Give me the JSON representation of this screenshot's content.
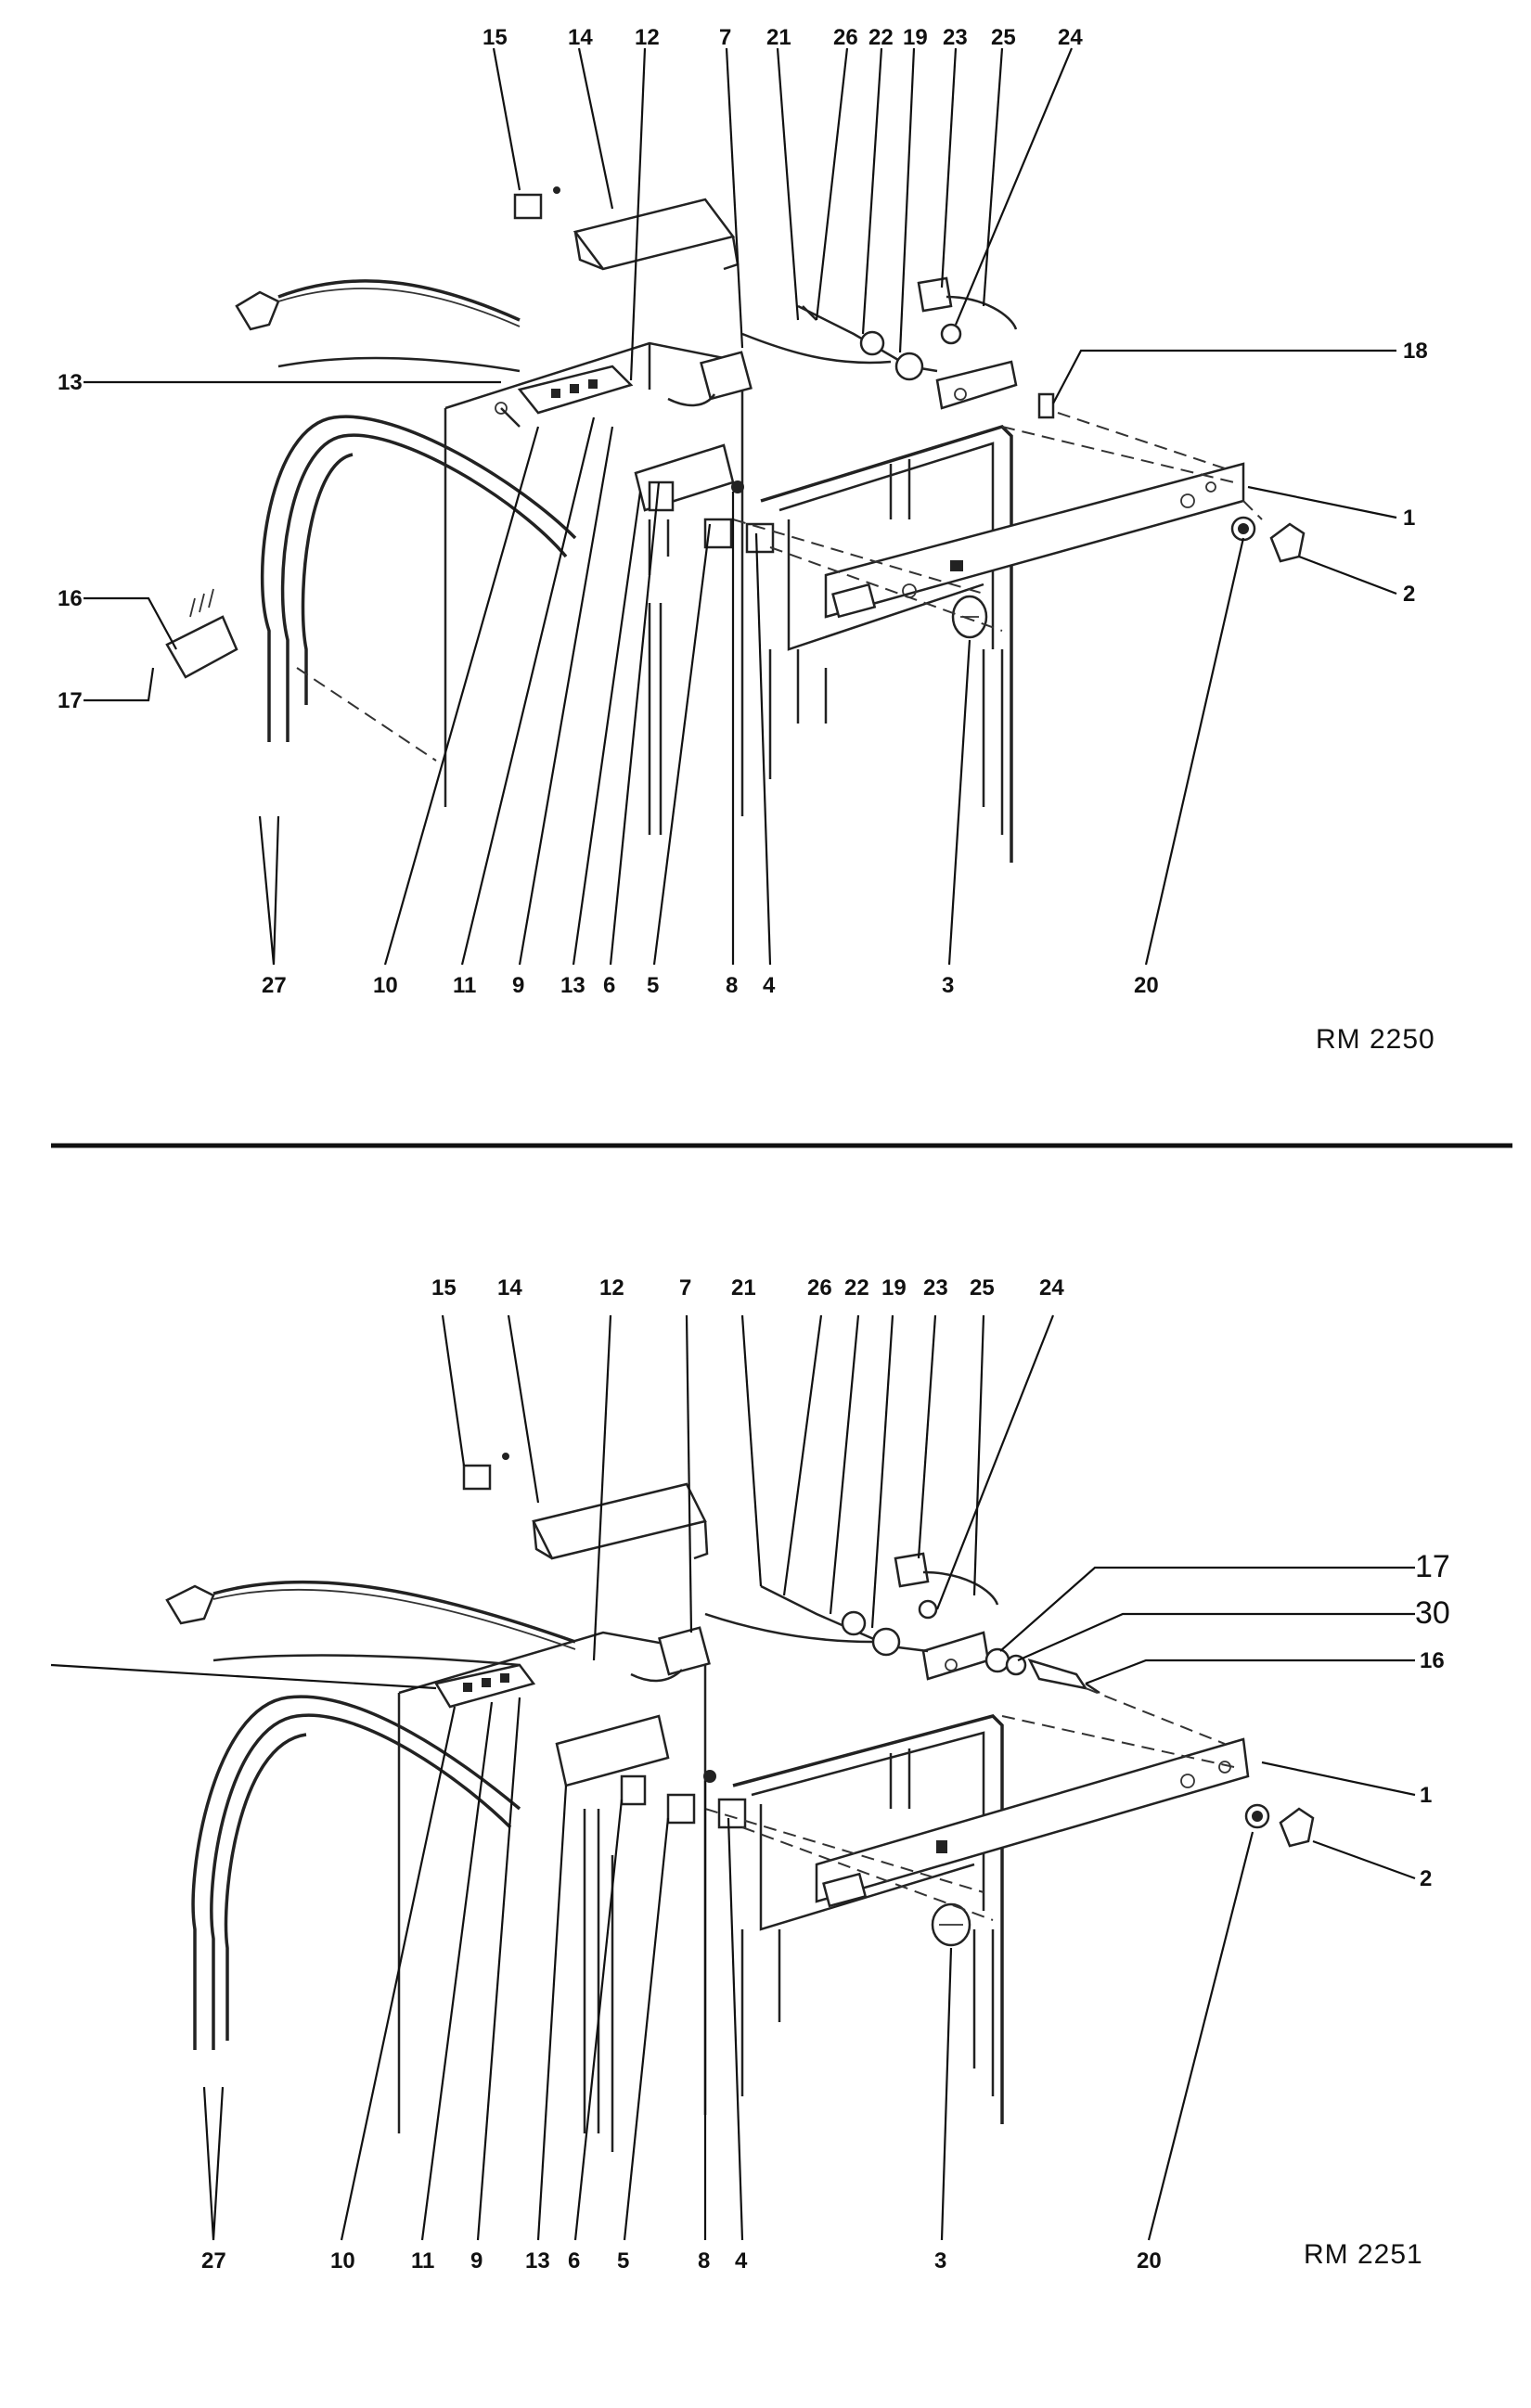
{
  "diagrams": [
    {
      "reference": "RM 2250",
      "labels": [
        "15",
        "14",
        "12",
        "7",
        "21",
        "26",
        "22",
        "19",
        "23",
        "25",
        "24",
        "18",
        "1",
        "2",
        "13",
        "16",
        "17",
        "27",
        "10",
        "11",
        "9",
        "13",
        "6",
        "5",
        "8",
        "4",
        "3",
        "20"
      ]
    },
    {
      "reference": "RM 2251",
      "labels": [
        "15",
        "14",
        "12",
        "7",
        "21",
        "26",
        "22",
        "19",
        "23",
        "25",
        "24",
        "17",
        "30",
        "16",
        "1",
        "2",
        "27",
        "10",
        "11",
        "9",
        "13",
        "6",
        "5",
        "8",
        "4",
        "3",
        "20"
      ]
    }
  ]
}
